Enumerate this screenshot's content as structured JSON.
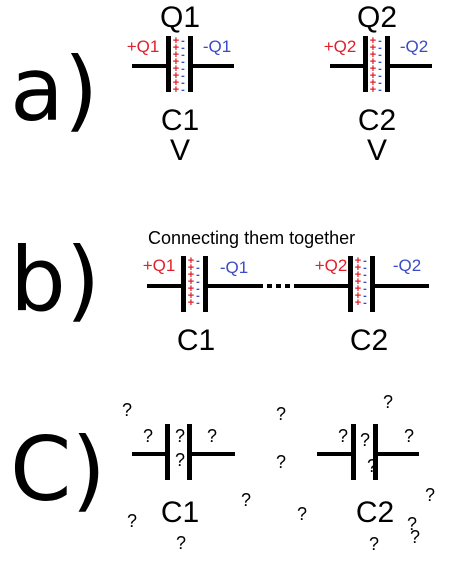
{
  "part_a": {
    "label": "a)",
    "left": {
      "name": "Q1",
      "pos_charge": "+Q1",
      "neg_charge": "-Q1",
      "cap_name": "C1",
      "voltage": "V"
    },
    "right": {
      "name": "Q2",
      "pos_charge": "+Q2",
      "neg_charge": "-Q2",
      "cap_name": "C2",
      "voltage": "V"
    }
  },
  "part_b": {
    "label": "b)",
    "caption": "Connecting them together",
    "left": {
      "pos_charge": "+Q1",
      "neg_charge": "-Q1",
      "cap_name": "C1"
    },
    "right": {
      "pos_charge": "+Q2",
      "neg_charge": "-Q2",
      "cap_name": "C2"
    }
  },
  "part_c": {
    "label": "C)",
    "left_cap_name": "C1",
    "right_cap_name": "C2",
    "unknown_mark": "?"
  },
  "symbols": {
    "plus": "+",
    "minus": "-"
  },
  "colors": {
    "positive": "#e0202a",
    "negative": "#3b4bc8",
    "wire": "#000000"
  }
}
